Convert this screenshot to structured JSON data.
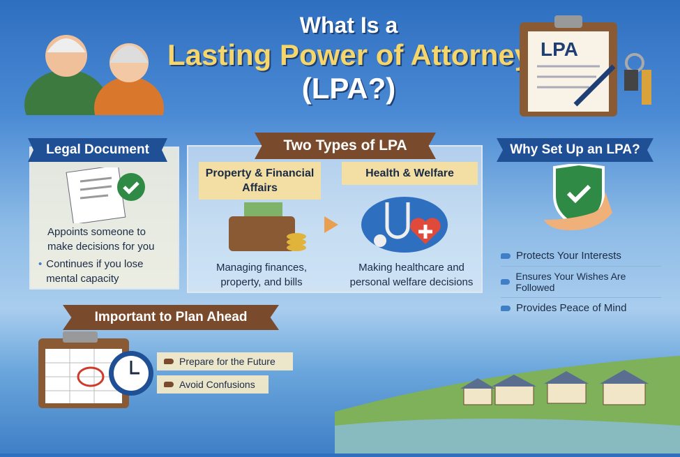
{
  "title": {
    "line1": "What Is a",
    "line2": "Lasting Power of Attorney",
    "line3": "(LPA?)"
  },
  "clipboard": {
    "label": "LPA"
  },
  "legal": {
    "heading": "Legal Document",
    "text1": "Appoints someone to make decisions for you",
    "text2": "Continues if you lose mental capacity"
  },
  "types": {
    "heading": "Two Types of LPA",
    "items": [
      {
        "title": "Property & Financial Affairs",
        "desc": "Managing finances, property, and bills"
      },
      {
        "title": "Health & Welfare",
        "desc": "Making healthcare and personal welfare decisions"
      }
    ]
  },
  "why": {
    "heading": "Why Set Up an LPA?",
    "items": [
      "Protects Your Interests",
      "Ensures Your Wishes Are Followed",
      "Provides Peace of Mind"
    ]
  },
  "plan": {
    "heading": "Important to Plan Ahead",
    "items": [
      "Prepare for the Future",
      "Avoid Confusions"
    ]
  },
  "colors": {
    "blue_ribbon": "#1f4f94",
    "brown_ribbon": "#7a4a2c",
    "title_yellow": "#f6d66b",
    "check_green": "#2f8a45"
  }
}
